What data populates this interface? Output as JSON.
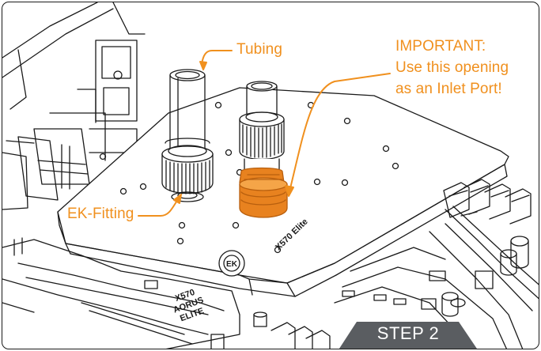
{
  "callouts": {
    "tubing": "Tubing",
    "ek_fitting": "EK-Fitting",
    "important_line1": "IMPORTANT:",
    "important_line2": "Use this opening",
    "important_line3": "as an Inlet Port!"
  },
  "board_text": {
    "block_model": "X570 Elite",
    "block_logo": "EK",
    "heatsink_line1": "X570",
    "heatsink_line2": "AORUS",
    "heatsink_line3": "ELITE"
  },
  "step_badge": "STEP 2",
  "colors": {
    "callout": "#f0901e",
    "fitting_highlight": "#e8821f",
    "badge_background": "#5a5d61",
    "line_art": "#1a1a1a"
  }
}
